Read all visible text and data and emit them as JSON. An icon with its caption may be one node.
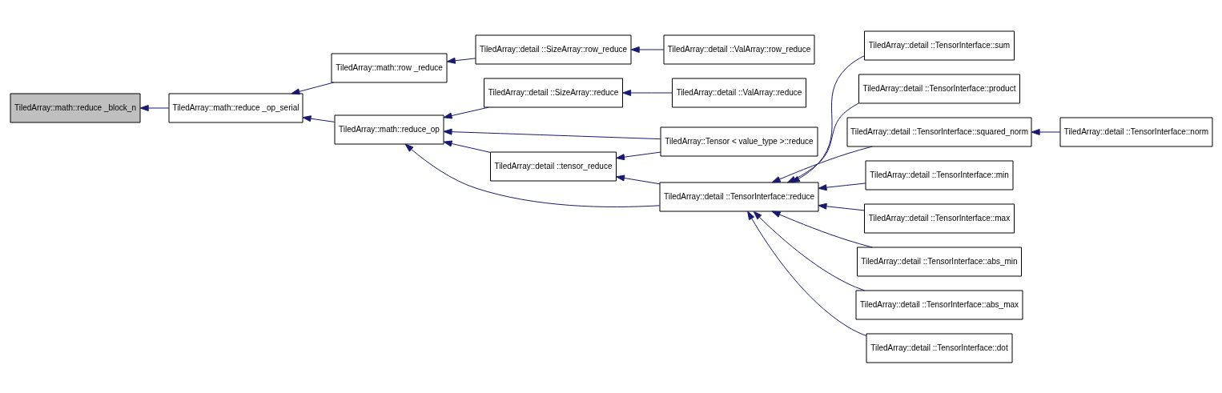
{
  "diagram": {
    "nodes": [
      {
        "text": [
          "TiledArray::math::reduce _block_n"
        ]
      },
      {
        "text": [
          "TiledArray::math::reduce _op_serial"
        ]
      },
      {
        "text": [
          "TiledArray::math::row _reduce"
        ]
      },
      {
        "text": [
          "TiledArray::math::reduce_op"
        ]
      },
      {
        "text": [
          "TiledArray::detail ::SizeArray::row_reduce"
        ]
      },
      {
        "text": [
          "TiledArray::detail ::SizeArray::reduce"
        ]
      },
      {
        "text": [
          "TiledArray::detail ::tensor_reduce"
        ]
      },
      {
        "text": [
          "TiledArray::detail ::ValArray::row_reduce"
        ]
      },
      {
        "text": [
          "TiledArray::detail ::ValArray::reduce"
        ]
      },
      {
        "text": [
          "TiledArray::Tensor < value_type >::reduce"
        ]
      },
      {
        "text": [
          "TiledArray::detail ::TensorInterface::reduce"
        ]
      },
      {
        "text": [
          "TiledArray::detail ::TensorInterface::sum"
        ]
      },
      {
        "text": [
          "TiledArray::detail ::TensorInterface::product"
        ]
      },
      {
        "text": [
          "TiledArray::detail ::TensorInterface::squared_norm"
        ]
      },
      {
        "text": [
          "TiledArray::detail ::TensorInterface::min"
        ]
      },
      {
        "text": [
          "TiledArray::detail ::TensorInterface::max"
        ]
      },
      {
        "text": [
          "TiledArray::detail ::TensorInterface::abs_min"
        ]
      },
      {
        "text": [
          "TiledArray::detail ::TensorInterface::abs_max"
        ]
      },
      {
        "text": [
          "TiledArray::detail ::TensorInterface::dot"
        ]
      },
      {
        "text": [
          "TiledArray::detail ::TensorInterface::norm"
        ]
      }
    ],
    "edges": [
      {
        "from": 1,
        "to": 0,
        "arrow": "to"
      },
      {
        "from": 2,
        "to": 1,
        "arrow": "to"
      },
      {
        "from": 3,
        "to": 1,
        "arrow": "to"
      },
      {
        "from": 4,
        "to": 2,
        "arrow": "to"
      },
      {
        "from": 7,
        "to": 4,
        "arrow": "to"
      },
      {
        "from": 5,
        "to": 3,
        "arrow": "to"
      },
      {
        "from": 8,
        "to": 5,
        "arrow": "to"
      },
      {
        "from": 9,
        "to": 3,
        "arrow": "to"
      },
      {
        "from": 6,
        "to": 3,
        "arrow": "to"
      },
      {
        "from": 10,
        "to": 3,
        "arrow": "to"
      },
      {
        "from": 9,
        "to": 6,
        "arrow": "to"
      },
      {
        "from": 10,
        "to": 6,
        "arrow": "to"
      },
      {
        "from": 11,
        "to": 10,
        "arrow": "to"
      },
      {
        "from": 12,
        "to": 10,
        "arrow": "to"
      },
      {
        "from": 13,
        "to": 10,
        "arrow": "to"
      },
      {
        "from": 14,
        "to": 10,
        "arrow": "to"
      },
      {
        "from": 15,
        "to": 10,
        "arrow": "to"
      },
      {
        "from": 16,
        "to": 10,
        "arrow": "to"
      },
      {
        "from": 17,
        "to": 10,
        "arrow": "to"
      },
      {
        "from": 18,
        "to": 10,
        "arrow": "to"
      },
      {
        "from": 19,
        "to": 13,
        "arrow": "to"
      }
    ]
  }
}
